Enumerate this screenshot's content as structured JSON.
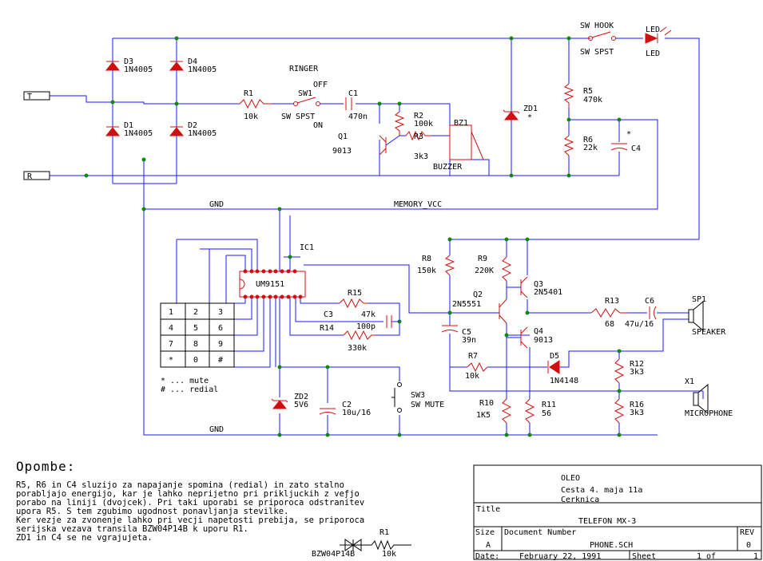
{
  "labels": {
    "t": "T",
    "r": "R",
    "d3": "D3",
    "d3_value": "1N4005",
    "d4": "D4",
    "d4_value": "1N4005",
    "d1": "D1",
    "d1_value": "1N4005",
    "d2": "D2",
    "d2_value": "1N4005",
    "ringer": "RINGER",
    "off": "OFF",
    "on": "ON",
    "sw1": "SW1",
    "sw1_type": "SW SPST",
    "r1": "R1",
    "r1_value": "10k",
    "c1": "C1",
    "c1_value": "470n",
    "r2": "R2",
    "r2_value": "100k",
    "r3": "R3",
    "r3_value": "3k3",
    "q1": "Q1",
    "q1_value": "9013",
    "bz1": "BZ1",
    "buzzer": "BUZZER",
    "zd1": "ZD1",
    "star": "*",
    "sw_hook": "SW HOOK",
    "sw_hook_type": "SW SPST",
    "led": "LED",
    "r5": "R5",
    "r5_value": "470k",
    "r6": "R6",
    "r6_value": "22k",
    "c4": "C4",
    "gnd": "GND",
    "memory_vcc": "MEMORY_VCC",
    "ic1": "IC1",
    "ic1_part": "UM9151",
    "r8": "R8",
    "r8_value": "150k",
    "r9": "R9",
    "r9_value": "220K",
    "q2": "Q2",
    "q2_value": "2N5551",
    "q3": "Q3",
    "q3_value": "2N5401",
    "q4": "Q4",
    "q4_value": "9013",
    "c5": "C5",
    "c5_value": "39n",
    "r15": "R15",
    "r15_value": "47k",
    "c3": "C3",
    "c3_value": "100p",
    "r14": "R14",
    "r14_value": "330k",
    "r13": "R13",
    "r13_value": "68",
    "c6": "C6",
    "c6_value": "47u/16",
    "sp1": "SP1",
    "speaker": "SPEAKER",
    "r7": "R7",
    "r7_value": "10k",
    "d5": "D5",
    "d5_value": "1N4148",
    "r12": "R12",
    "r12_value": "3k3",
    "r16": "R16",
    "r16_value": "3k3",
    "x1": "X1",
    "microphone": "MICROPHONE",
    "r10": "R10",
    "r10_value": "1K5",
    "r11": "R11",
    "r11_value": "56",
    "zd2": "ZD2",
    "zd2_value": "5V6",
    "c2": "C2",
    "c2_value": "10u/16",
    "sw3": "SW3",
    "sw3_type": "SW MUTE"
  },
  "keypad": [
    "1",
    "2",
    "3",
    "4",
    "5",
    "6",
    "7",
    "8",
    "9",
    "*",
    "0",
    "#"
  ],
  "keypad_legend": {
    "mute": "* ... mute",
    "redial": "# ... redial"
  },
  "notes": {
    "heading": "Opombe:",
    "lines": [
      "R5, R6 in C4 sluzijo za napajanje spomina (redial) in zato stalno",
      "porabljajo energijo, kar je lahko neprijetno pri prikljuckih z veƒjo",
      "porabo na liniji (dvojcek). Pri taki uporabi se priporoca odstranitev",
      "upora R5. S tem zgubimo ugodnost ponavljanja stevilke.",
      "Ker vezje za zvonenje lahko pri vecji napetosti prebija, se priporoca",
      "serijska vezava transila BZW04P14B k uporu R1.",
      "ZD1 in C4 se ne vgrajujeta."
    ]
  },
  "legend": {
    "r1": "R1",
    "tvs": "BZW04P14B",
    "r1_value": "10k"
  },
  "title_block": {
    "company": "OLEO",
    "address": "Cesta 4. maja 11a",
    "city": "Cerknica",
    "title_label": "Title",
    "title": "TELEFON MX-3",
    "size_label": "Size",
    "docnum_label": "Document Number",
    "rev_label": "REV",
    "size": "A",
    "docnum": "PHONE.SCH",
    "rev": "0",
    "date_label": "Date:",
    "date": "February 22, 1991",
    "sheet_label": "Sheet",
    "sheet": "1 of",
    "sheet_total": "1"
  }
}
